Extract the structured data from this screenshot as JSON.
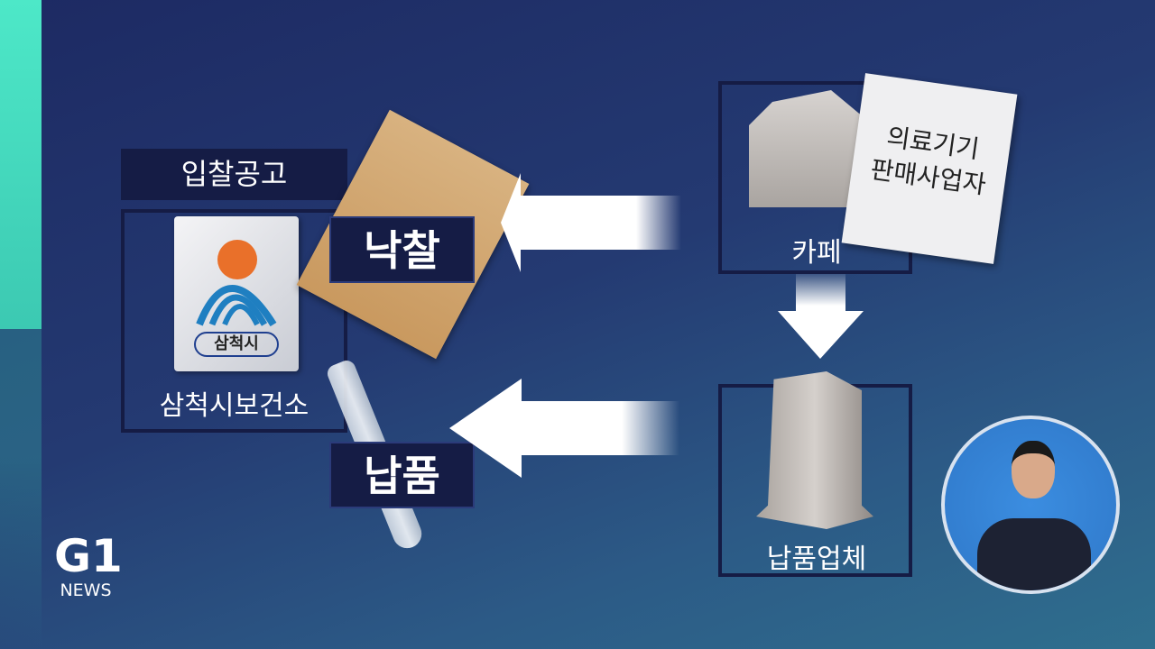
{
  "left_panel": {
    "header": "입찰공고",
    "logo_text": "삼척시",
    "org_label": "삼척시보건소"
  },
  "tags": {
    "award": "낙찰",
    "delivery": "납품"
  },
  "right_panel": {
    "cafe_label": "카페",
    "note_line1": "의료기기",
    "note_line2": "판매사업자",
    "vendor_label": "납품업체"
  },
  "broadcaster": {
    "logo": "G1",
    "sub": "NEWS"
  },
  "colors": {
    "panel": "#151c45",
    "accent": "#4de8c8"
  }
}
